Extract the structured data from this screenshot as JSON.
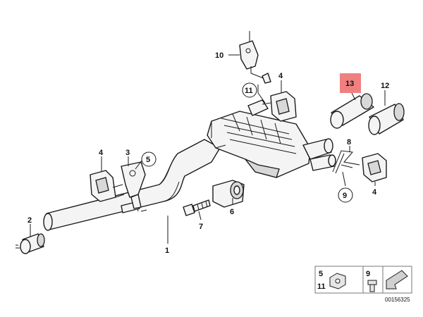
{
  "diagram": {
    "callouts": [
      {
        "id": "c1",
        "label": "1"
      },
      {
        "id": "c2",
        "label": "2"
      },
      {
        "id": "c3",
        "label": "3"
      },
      {
        "id": "c4a",
        "label": "4"
      },
      {
        "id": "c4b",
        "label": "4"
      },
      {
        "id": "c4c",
        "label": "4"
      },
      {
        "id": "c5",
        "label": "5"
      },
      {
        "id": "c6",
        "label": "6"
      },
      {
        "id": "c7",
        "label": "7"
      },
      {
        "id": "c8",
        "label": "8"
      },
      {
        "id": "c9",
        "label": "9"
      },
      {
        "id": "c10",
        "label": "10"
      },
      {
        "id": "c11",
        "label": "11"
      },
      {
        "id": "c12",
        "label": "12"
      },
      {
        "id": "c13",
        "label": "13"
      }
    ],
    "highlight_color": "#f08080",
    "legend": {
      "label_5": "5",
      "label_11": "11",
      "label_9": "9"
    },
    "diagram_number": "00156325"
  }
}
